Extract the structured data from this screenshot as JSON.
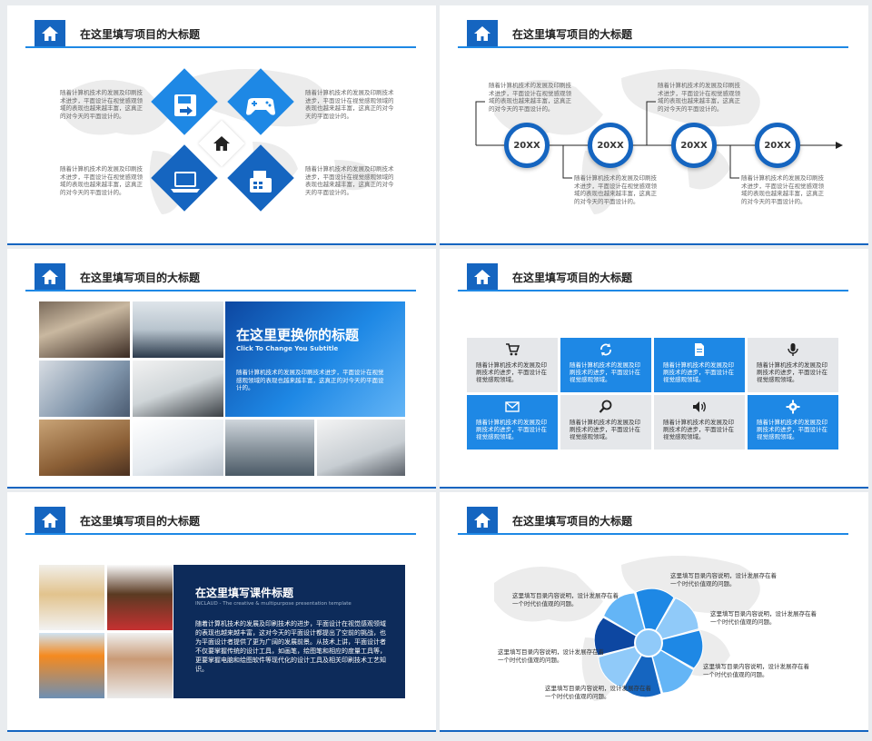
{
  "header_title": "在这里填写项目的大标题",
  "slide1": {
    "text_tl": "随着计算机技术的发展及印刷技术进步，平面设计在视觉感观领域的表现也越来越丰富，这真正的对今天的平面设计的。",
    "text_bl": "随着计算机技术的发展及印刷技术进步，平面设计在视觉感观领域的表现也越来越丰富，这真正的对今天的平面设计的。",
    "text_tr": "随着计算机技术的发展及印刷技术进步，平面设计在视觉感观领域的表现也越来越丰富，这真正的对今天的平面设计的。",
    "text_br": "随着计算机技术的发展及印刷技术进步，平面设计在视觉感观领域的表现也越来越丰富，这真正的对今天的平面设计的。",
    "icons": [
      "save-icon",
      "gamepad-icon",
      "laptop-icon",
      "printer-icon",
      "home-icon"
    ]
  },
  "slide2": {
    "nodes": [
      "20XX",
      "20XX",
      "20XX",
      "20XX"
    ],
    "text_top1": "随着计算机技术的发展及印刷技术进步，平面设计在视觉感观领域的表现也越来越丰富，这真正的对今天的平面设计的。",
    "text_top2": "随着计算机技术的发展及印刷技术进步，平面设计在视觉感观领域的表现也越来越丰富，这真正的对今天的平面设计的。",
    "text_bot1": "随着计算机技术的发展及印刷技术进步，平面设计在视觉感观领域的表现也越来越丰富，这真正的对今天的平面设计的。",
    "text_bot2": "随着计算机技术的发展及印刷技术进步，平面设计在视觉感观领域的表现也越来越丰富，这真正的对今天的平面设计的。"
  },
  "slide3": {
    "overlay_title": "在这里更换你的标题",
    "overlay_subtitle": "Click To Change You Subtitle",
    "overlay_text": "随着计算机技术的发展及印刷技术进步，平面设计在视觉感观领域的表现也越来越丰富，这真正的对今天的平面设计的。"
  },
  "slide4": {
    "card_text": "随着计算机技术的发展及印刷技术的进步，平面设计在视觉感观领域。",
    "icons": [
      "cart-icon",
      "refresh-icon",
      "document-icon",
      "microphone-icon",
      "mail-icon",
      "search-icon",
      "speaker-icon",
      "gear-icon"
    ]
  },
  "slide5": {
    "panel_title": "在这里填写课件标题",
    "panel_subtitle": "INCLAUD - The creative & multipurpose presentation template",
    "panel_text": "随着计算机技术的发展及印刷技术的进步，平面设计在视觉感观领域的表现也越来越丰富，这对今天的平面设计都提出了空前的挑战，也为平面设计者提供了更为广阔的发展前景。从技术上讲，平面设计者不仅要掌握传统的设计工具，如画笔，绘图笔和相应的度量工具等，更要掌握电脑和绘图软件等现代化的设计工具及相关印刷技术工艺知识。"
  },
  "slide6": {
    "item_text": "这里填写目录内容说明，设计发展存在着一个时代价值观的问题。"
  },
  "colors": {
    "primary": "#1565c0",
    "accent": "#1e88e5",
    "panel": "#0d2b5a"
  }
}
